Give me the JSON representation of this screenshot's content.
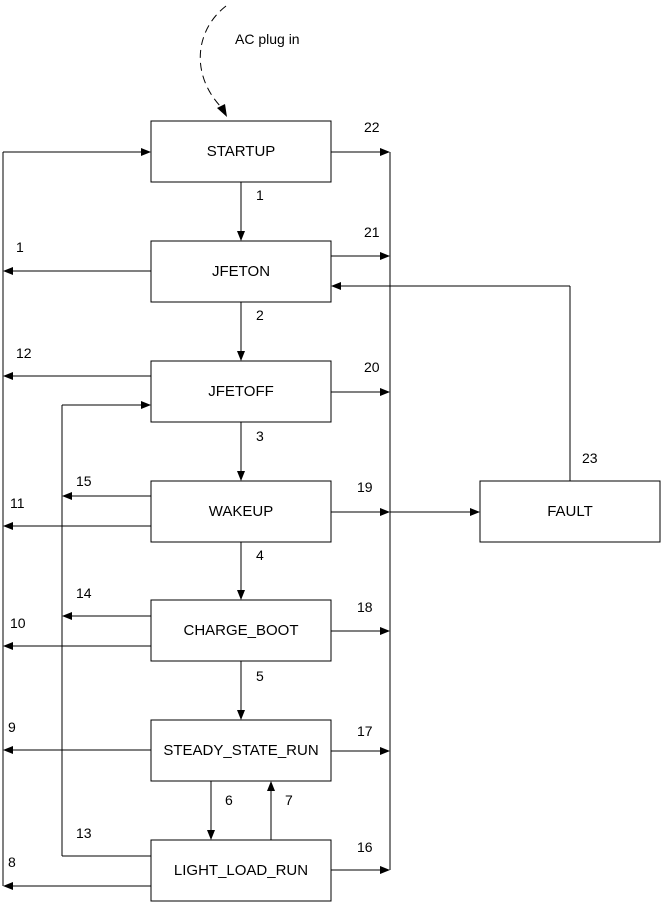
{
  "start_label": "AC plug in",
  "states": {
    "startup": "STARTUP",
    "jfeton": "JFETON",
    "jfetoff": "JFETOFF",
    "wakeup": "WAKEUP",
    "charge_boot": "CHARGE_BOOT",
    "steady_state_run": "STEADY_STATE_RUN",
    "light_load_run": "LIGHT_LOAD_RUN",
    "fault": "FAULT"
  },
  "transitions": {
    "t1a": "1",
    "t1b": "1",
    "t2": "2",
    "t3": "3",
    "t4": "4",
    "t5": "5",
    "t6": "6",
    "t7": "7",
    "t8": "8",
    "t9": "9",
    "t10": "10",
    "t11": "11",
    "t12": "12",
    "t13": "13",
    "t14": "14",
    "t15": "15",
    "t16": "16",
    "t17": "17",
    "t18": "18",
    "t19": "19",
    "t20": "20",
    "t21": "21",
    "t22": "22",
    "t23": "23"
  }
}
